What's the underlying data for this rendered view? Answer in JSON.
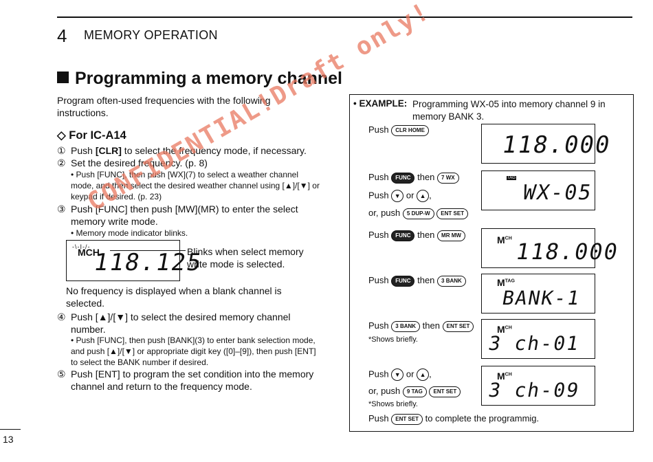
{
  "header": {
    "chapter_number": "4",
    "chapter_title": "MEMORY OPERATION"
  },
  "section": {
    "title": "Programming a memory channel"
  },
  "intro": "Program often-used frequencies with the following instructions.",
  "subheading": "For IC-A14",
  "steps": [
    {
      "num": "①",
      "text_parts": [
        "Push ",
        "[CLR]",
        " to select the frequency mode, if necessary."
      ]
    },
    {
      "num": "②",
      "text": "Set the desired frequency. (p. 8)"
    },
    {
      "note": "• Push [FUNC], then push [WX](7) to select a weather channel mode, and then select the desired weather channel using [▲]/[▼] or keypad if desired. (p. 23)"
    },
    {
      "num": "③",
      "text": "Push [FUNC] then push [MW](MR) to enter the select memory write mode."
    },
    {
      "note": "• Memory mode indicator blinks."
    },
    {
      "num": "④",
      "text": "Push [▲]/[▼] to select the desired memory channel number."
    },
    {
      "note": "• Push [FUNC], then push [BANK](3) to enter bank selection mode, and push [▲]/[▼] or appropriate digit key ([0]–[9]), then push [ENT] to select the BANK number if desired."
    },
    {
      "num": "⑤",
      "text": "Push [ENT] to program the set condition into the memory channel and return to the frequency mode."
    }
  ],
  "left_lcd": {
    "indicator": "MCH",
    "value": "118.125"
  },
  "blink_callout": "Blinks when select memory write mode is selected.",
  "blank_note": "No frequency is displayed when a blank channel is selected.",
  "example": {
    "label": "• EXAMPLE:",
    "description": "Programming WX-05 into memory channel 9 in memory BANK 3.",
    "rows": [
      {
        "text": "Push",
        "keys": [
          "CLR HOME"
        ],
        "lcd": "118.000"
      },
      {
        "text": "Push",
        "keys": [
          "FUNC"
        ],
        "then": "then",
        "keys2": [
          "7 WX"
        ],
        "lcd": "WX-05",
        "tag": "TAG"
      },
      {
        "text": "Push",
        "keys": [
          "▼"
        ],
        "or": "or",
        "keys2": [
          "▲"
        ],
        "comma": ","
      },
      {
        "text": "or, push",
        "keys": [
          "5 DUP-W"
        ],
        "keys2": [
          "ENT SET"
        ]
      },
      {
        "text": "Push",
        "keys": [
          "FUNC"
        ],
        "then": "then",
        "keys2": [
          "MR MW"
        ],
        "lcd": "118.000"
      },
      {
        "text": "Push",
        "keys": [
          "FUNC"
        ],
        "then": "then",
        "keys2": [
          "3 BANK"
        ],
        "lcd": "BANK-1"
      },
      {
        "text": "Push",
        "keys": [
          "3 BANK"
        ],
        "then": "then",
        "keys2": [
          "ENT SET"
        ],
        "lcd": "3 ch-01",
        "note": "*Shows briefly."
      },
      {
        "text": "Push",
        "keys": [
          "▼"
        ],
        "or": "or",
        "keys2": [
          "▲"
        ],
        "comma": ",",
        "lcd": "3 ch-09"
      },
      {
        "text": "or, push",
        "keys": [
          "9 TAG"
        ],
        "keys2": [
          "ENT SET"
        ],
        "note": "*Shows briefly."
      },
      {
        "text": "Push",
        "keys": [
          "ENT SET"
        ],
        "tail": "to complete the programmig."
      }
    ]
  },
  "page_number": "13",
  "watermark": "CONFIDENTIAL!Draft only!"
}
